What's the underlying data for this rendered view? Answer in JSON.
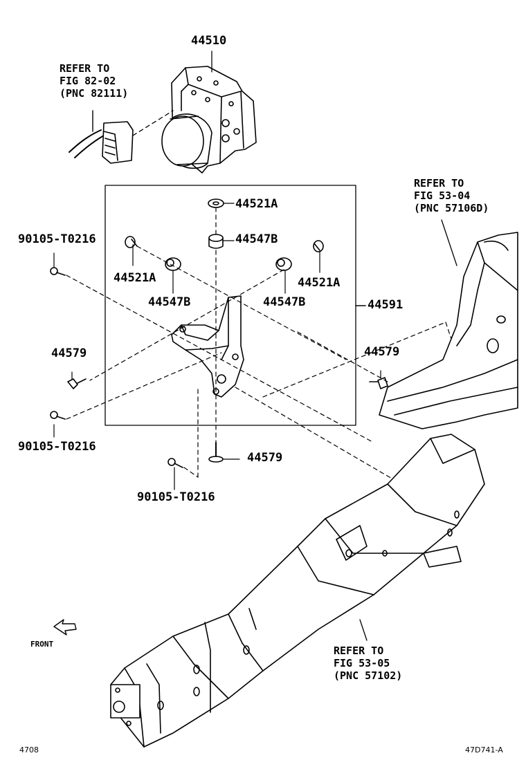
{
  "parts": {
    "p44510": "44510",
    "p44521a_top": "44521A",
    "p44547b_top": "44547B",
    "p44521a_left": "44521A",
    "p44547b_left": "44547B",
    "p44521a_right": "44521A",
    "p44547b_right": "44547B",
    "p44591": "44591",
    "p44579_left": "44579",
    "p44579_right": "44579",
    "p44579_bottom": "44579",
    "p90105_top": "90105-T0216",
    "p90105_mid": "90105-T0216",
    "p90105_bottom": "90105-T0216"
  },
  "references": {
    "fig82": [
      "REFER TO",
      "FIG 82-02",
      "(PNC 82111)"
    ],
    "fig5304": [
      "REFER TO",
      "FIG 53-04",
      "(PNC 57106D)"
    ],
    "fig5305": [
      "REFER TO",
      "FIG 53-05",
      "(PNC 57102)"
    ]
  },
  "front_label": "FRONT",
  "footer": {
    "left_code": "4708",
    "right_code": "47D741-A"
  }
}
